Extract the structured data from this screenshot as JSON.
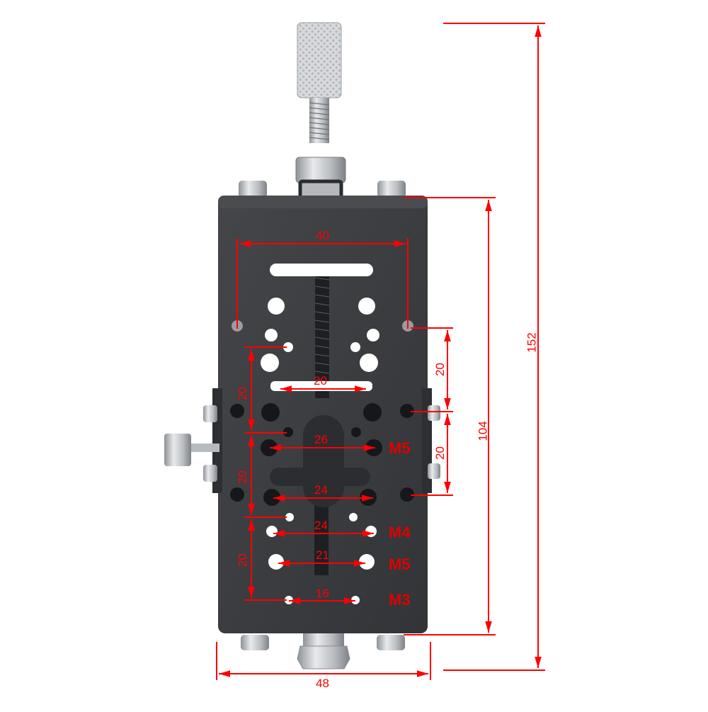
{
  "figure": {
    "subject": "Manual linear stage with knurled adjustment knob",
    "colors": {
      "dimension": "#ff0000",
      "plate": "#3a3c40",
      "plate_edge": "#2a2b2e",
      "steel": "#c9ccd0",
      "hole": "#16171a",
      "background": "#ffffff"
    }
  },
  "dimensions": {
    "overall_height": "152",
    "body_height": "104",
    "overall_width": "48",
    "top_hole_spacing": "40",
    "slot_length": "20",
    "right_pitch_upper": "20",
    "right_pitch_lower": "20",
    "left_pitch_1": "20",
    "left_pitch_2": "20",
    "left_pitch_3": "20",
    "hole_spacing_26": "26",
    "hole_spacing_24_upper": "24",
    "hole_spacing_24_lower": "24",
    "hole_spacing_21": "21",
    "hole_spacing_16": "16"
  },
  "threads": {
    "m5_upper": "M5",
    "m4": "M4",
    "m5_lower": "M5",
    "m3": "M3"
  }
}
